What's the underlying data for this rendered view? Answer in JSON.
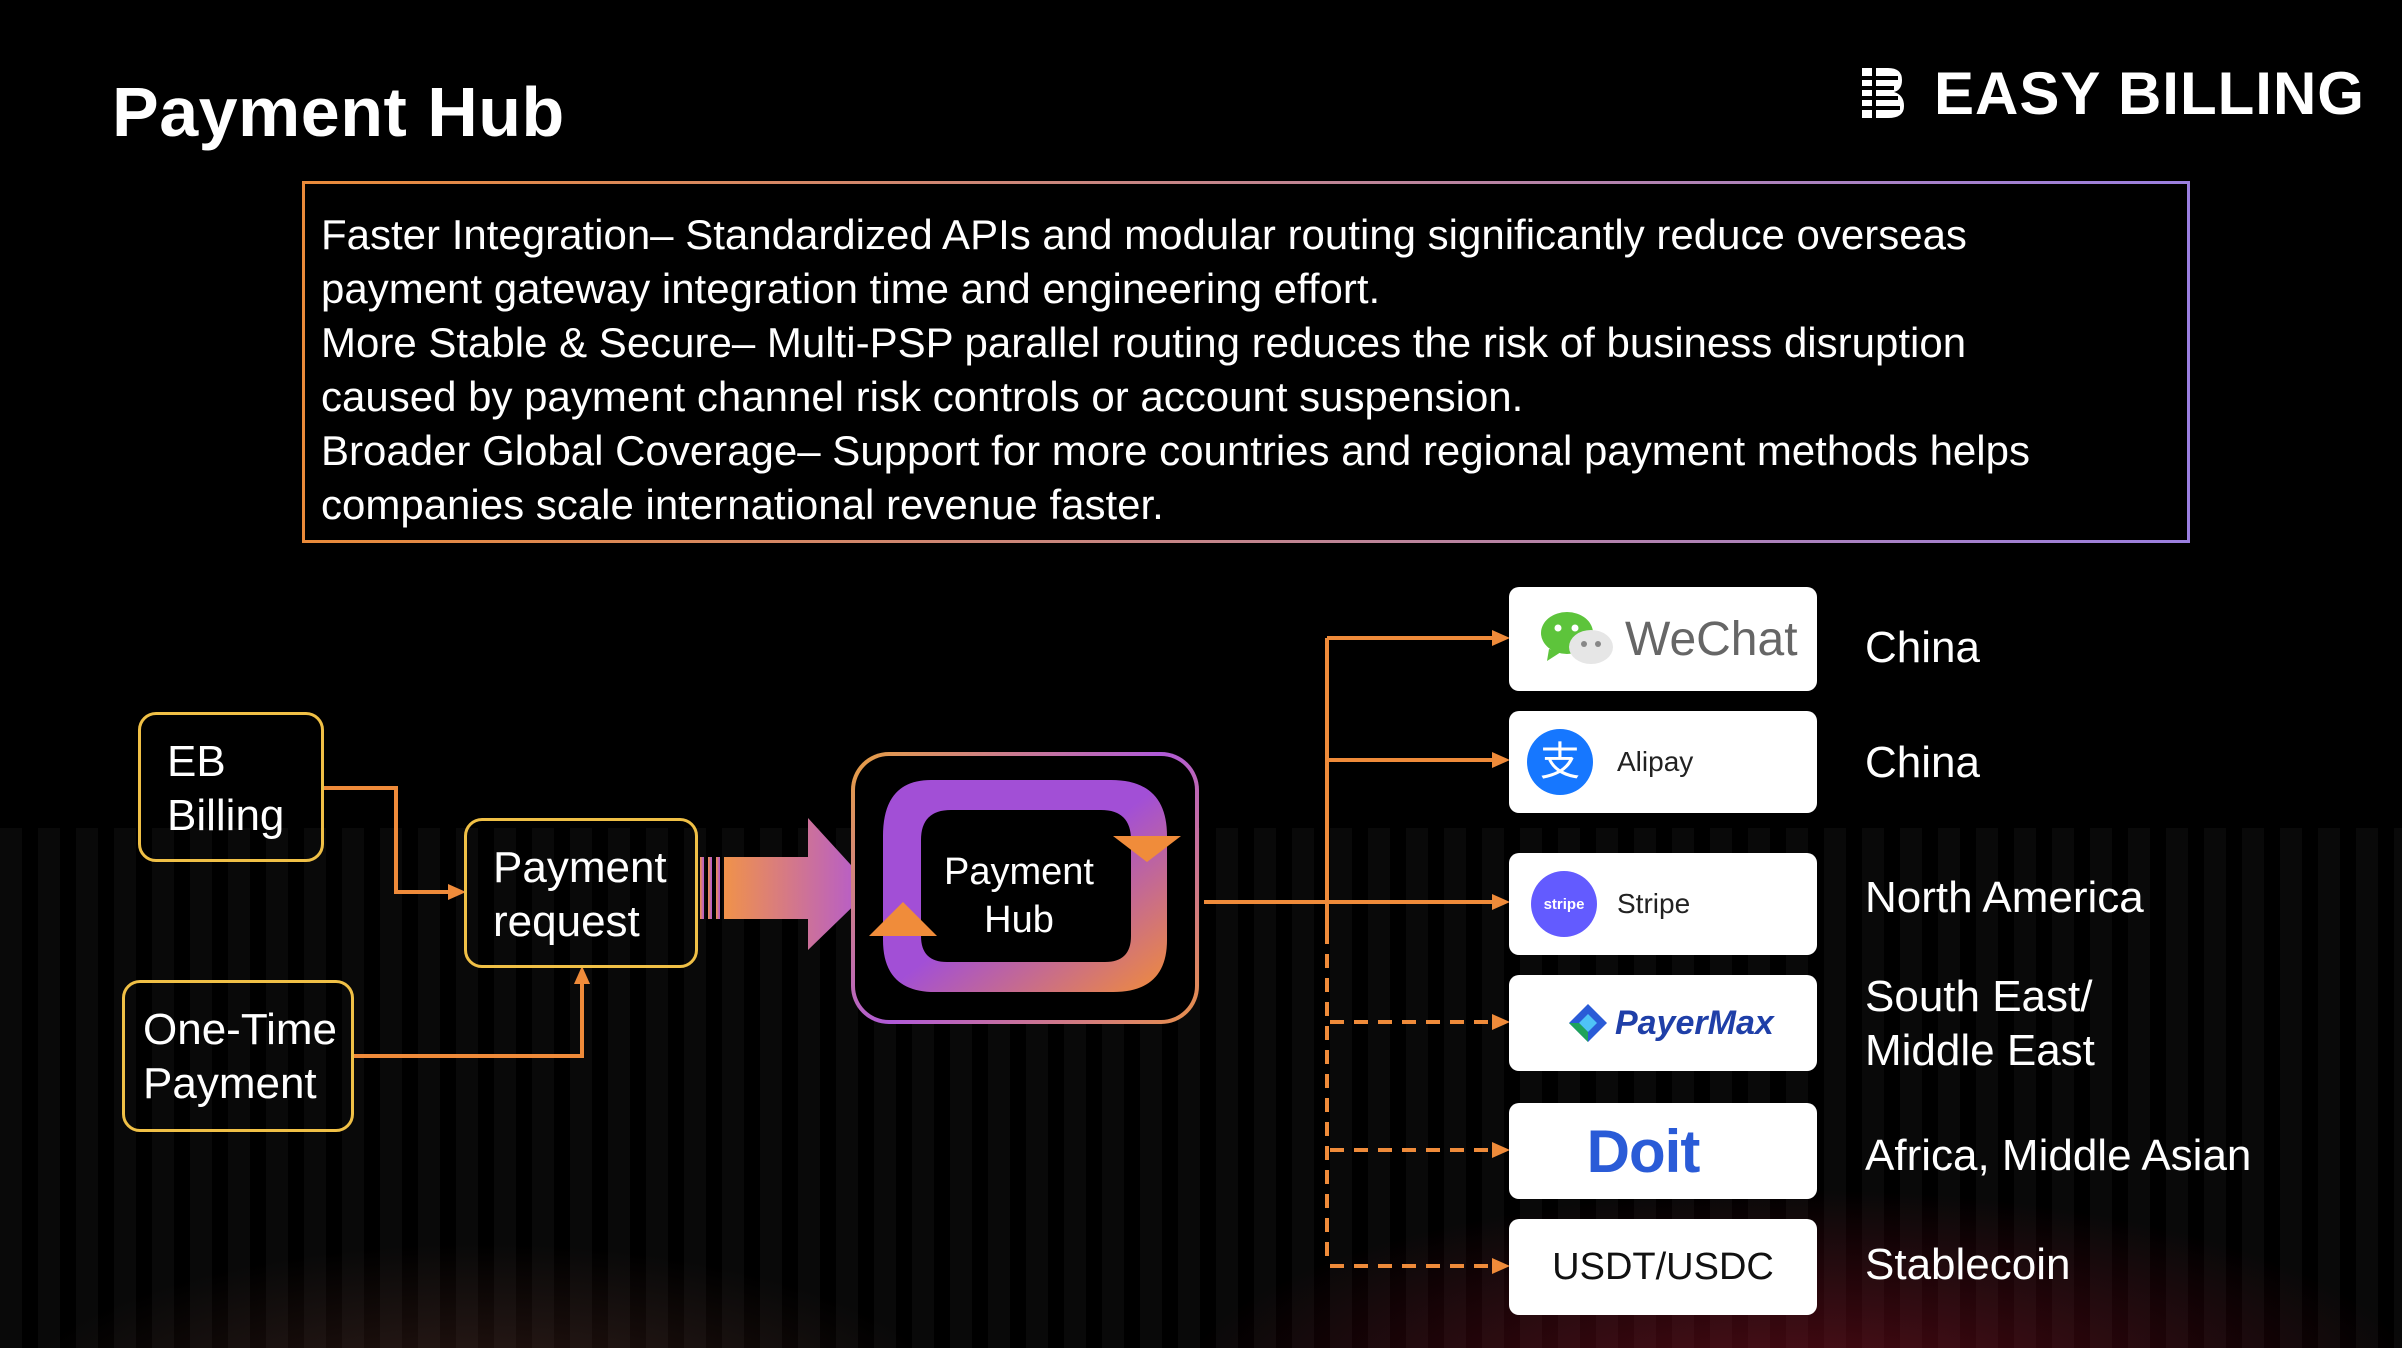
{
  "title": "Payment Hub",
  "brand": {
    "name": "EASY BILLING"
  },
  "info": {
    "lines": [
      "Faster Integration– Standardized APIs and modular routing significantly reduce overseas",
      "payment gateway integration time and engineering effort.",
      "More Stable & Secure– Multi-PSP parallel routing reduces the risk of business disruption",
      "caused by payment channel risk controls or account suspension.",
      "Broader Global Coverage– Support for more countries and regional payment methods helps",
      "companies scale international revenue faster."
    ]
  },
  "sources": [
    {
      "label_line1": "EB",
      "label_line2": "Billing"
    },
    {
      "label_line1": "One-Time",
      "label_line2": "Payment"
    }
  ],
  "request": {
    "line1": "Payment",
    "line2": "request"
  },
  "hub": {
    "line1": "Payment",
    "line2": "Hub"
  },
  "providers": [
    {
      "name": "WeChat",
      "region": "China"
    },
    {
      "name": "Alipay",
      "region": "China"
    },
    {
      "name": "Stripe",
      "icon_text": "stripe",
      "region": "North America"
    },
    {
      "name": "PayerMax",
      "region_line1": "South East/",
      "region_line2": "Middle East"
    },
    {
      "name": "Doit",
      "region": "Africa, Middle Asian"
    },
    {
      "name": "USDT/USDC",
      "region": "Stablecoin"
    }
  ],
  "colors": {
    "accent_orange": "#ef8b3a",
    "node_border": "#f0c046",
    "hub_purple": "#a24fd6",
    "wechat_green": "#5dc43b",
    "alipay_blue": "#1677ff",
    "stripe_purple": "#635bff",
    "doit_blue": "#2a5bd7"
  }
}
